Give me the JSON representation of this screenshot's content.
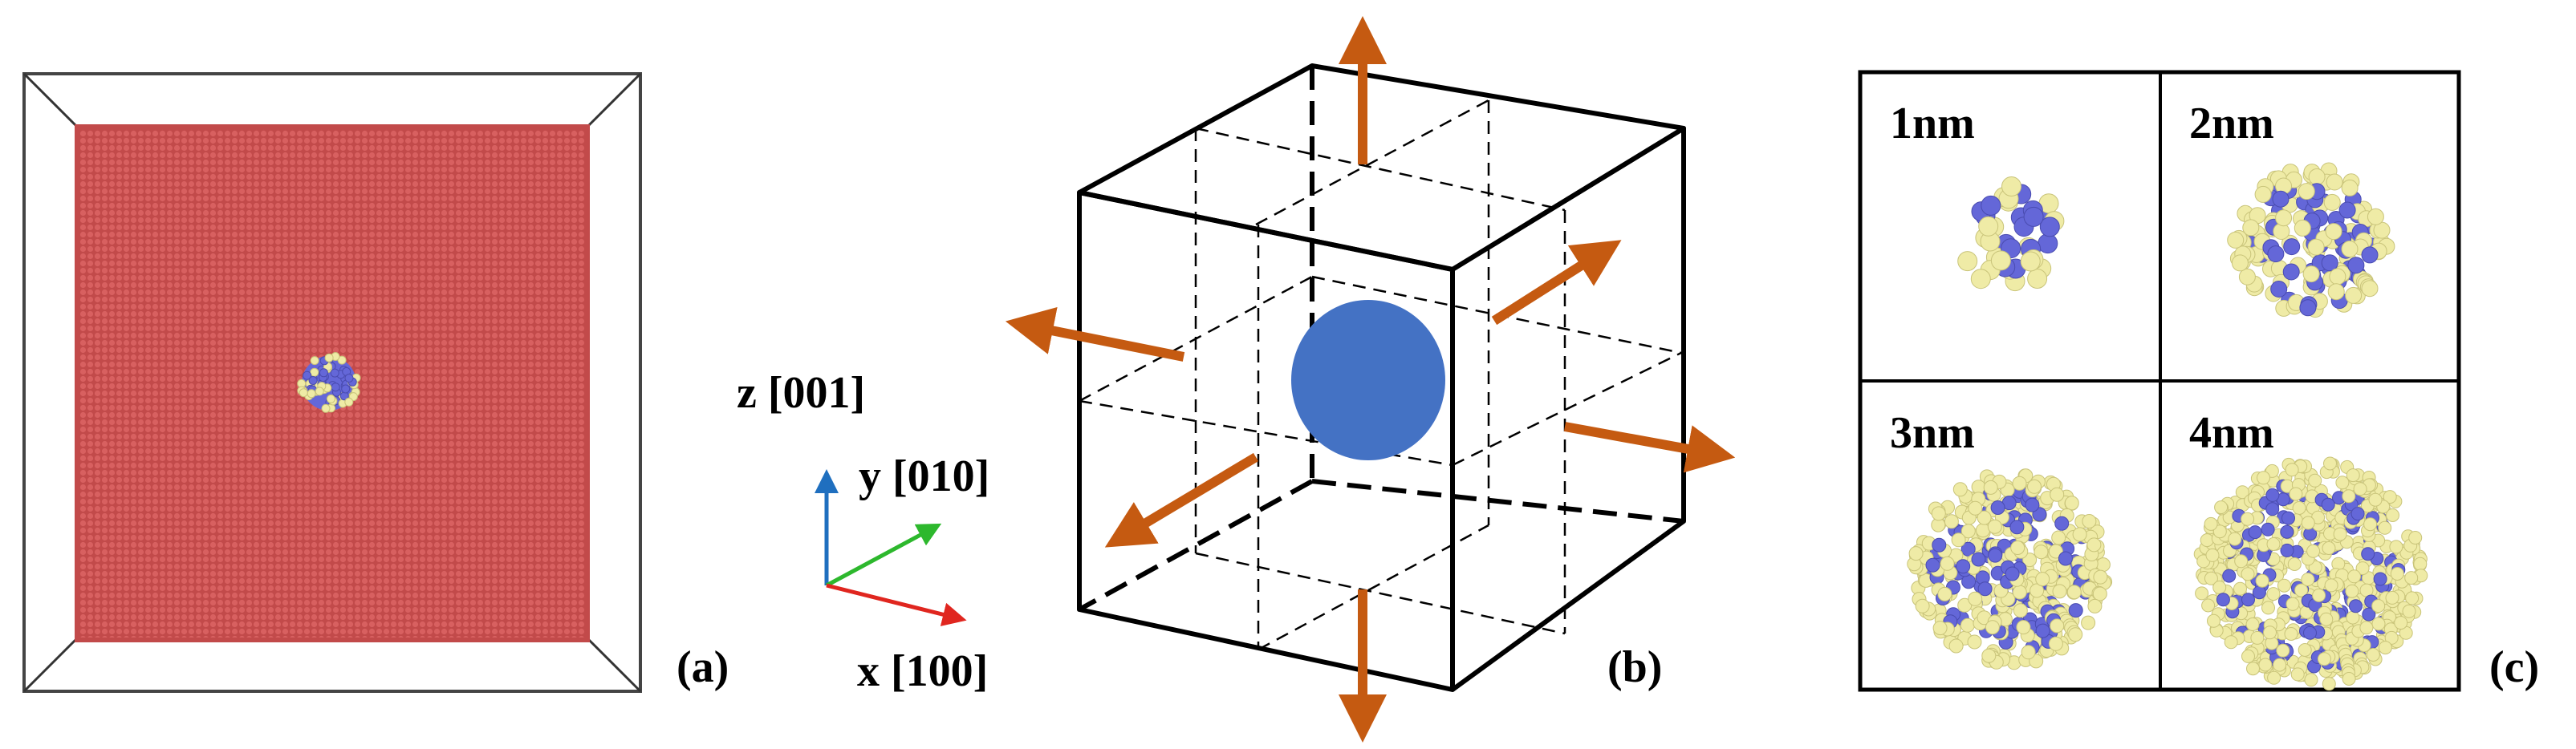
{
  "panel_a": {
    "label": "(a)"
  },
  "axes": {
    "z_label": "z [001]",
    "y_label": "y [010]",
    "x_label": "x [100]",
    "colors": {
      "z": "#1f6fbf",
      "y": "#2db82d",
      "x": "#e0261f"
    }
  },
  "panel_b": {
    "label": "(b)",
    "sphere_color": "#4472c4",
    "arrow_color": "#c55a11"
  },
  "panel_c": {
    "label": "(c)",
    "cells": [
      {
        "label": "1nm"
      },
      {
        "label": "2nm"
      },
      {
        "label": "3nm"
      },
      {
        "label": "4nm"
      }
    ]
  },
  "colors": {
    "matrix": "#c9504f",
    "solute_blue": "#6467d8",
    "solute_yellow": "#efeba6"
  }
}
